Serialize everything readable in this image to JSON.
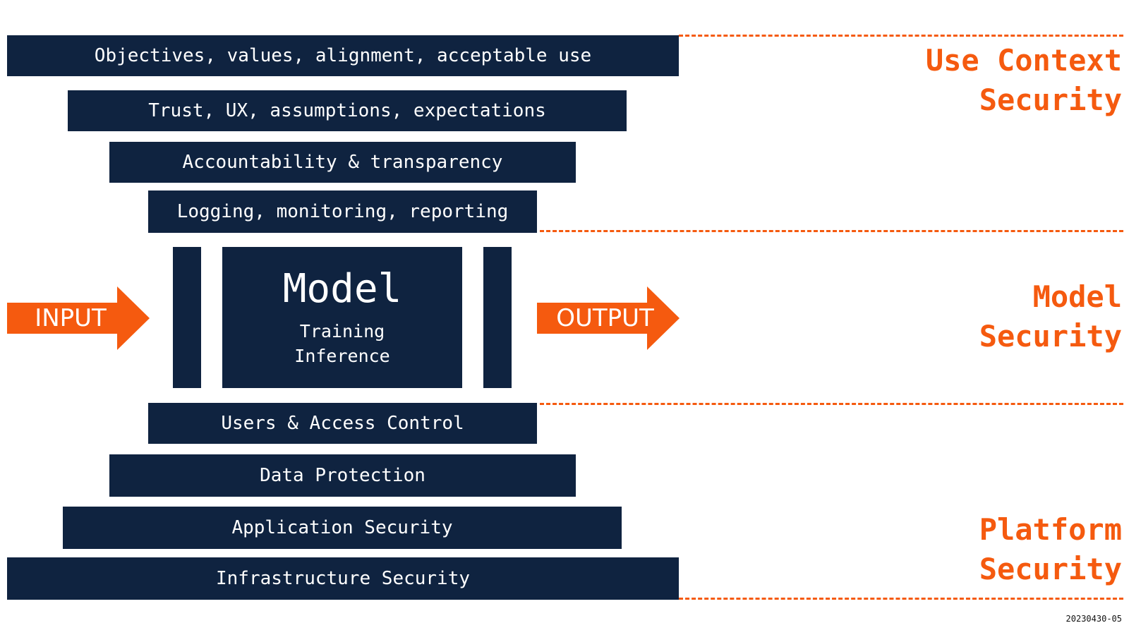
{
  "layers_top": [
    "Objectives, values, alignment, acceptable use",
    "Trust, UX, assumptions, expectations",
    "Accountability & transparency",
    "Logging, monitoring, reporting"
  ],
  "model": {
    "title": "Model",
    "lines": [
      "Training",
      "Inference"
    ]
  },
  "flow": {
    "input_label": "INPUT",
    "output_label": "OUTPUT"
  },
  "layers_bottom": [
    "Users & Access Control",
    "Data Protection",
    "Application Security",
    "Infrastructure Security"
  ],
  "zones": {
    "use_context": [
      "Use Context",
      "Security"
    ],
    "model": [
      "Model",
      "Security"
    ],
    "platform": [
      "Platform",
      "Security"
    ]
  },
  "stamp": "20230430-05",
  "colors": {
    "navy": "#0f2340",
    "accent": "#f55a0f",
    "background": "#ffffff"
  }
}
